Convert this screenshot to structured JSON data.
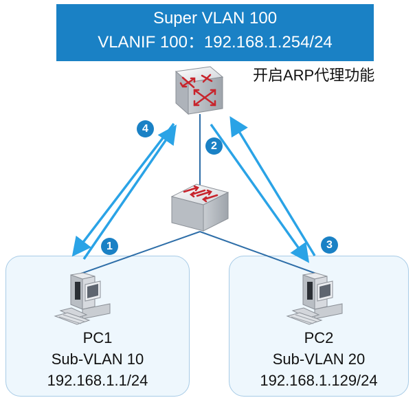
{
  "header": {
    "title": "Super VLAN 100",
    "vlanif": "VLANIF 100：192.168.1.254/24"
  },
  "router": {
    "note": "开启ARP代理功能"
  },
  "steps": [
    "1",
    "2",
    "3",
    "4"
  ],
  "pc1": {
    "name": "PC1",
    "vlan": "Sub-VLAN 10",
    "ip": "192.168.1.1/24"
  },
  "pc2": {
    "name": "PC2",
    "vlan": "Sub-VLAN 20",
    "ip": "192.168.1.129/24"
  },
  "colors": {
    "accent": "#1a81c5",
    "arrow": "#2aa3e6",
    "link": "#2e6ea8",
    "box_fill": "#eef7fd",
    "device_red": "#c8242c"
  }
}
